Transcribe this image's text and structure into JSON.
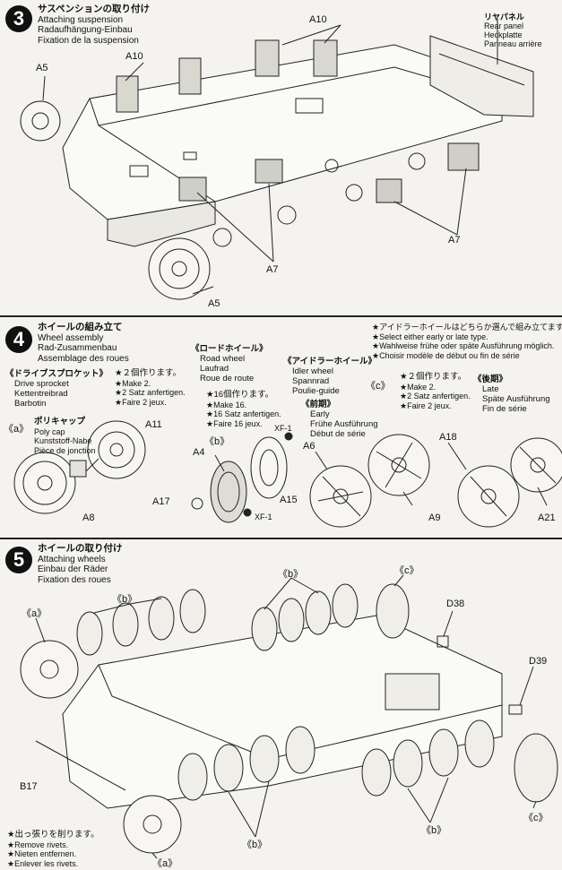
{
  "step3": {
    "number": "3",
    "title_ja": "サスペンションの取り付け",
    "title_en": "Attaching suspension",
    "title_de": "Radaufhängung-Einbau",
    "title_fr": "Fixation de la suspension",
    "labels": {
      "a10_top": "A10",
      "a10_left": "A10",
      "a5_top": "A5",
      "a5_bottom": "A5",
      "a7_right": "A7",
      "a7_bottom": "A7"
    },
    "rear_panel": {
      "ja": "リヤパネル",
      "en": "Rear panel",
      "de": "Heckplatte",
      "fr": "Panneau arrière"
    }
  },
  "step4": {
    "number": "4",
    "title_ja": "ホイールの組み立て",
    "title_en": "Wheel assembly",
    "title_de": "Rad-Zusammenbau",
    "title_fr": "Assemblage des roues",
    "drive_sprocket": {
      "ja": "《ドライブスプロケット》",
      "en": "Drive sprocket",
      "de": "Kettentreibrad",
      "fr": "Barbotin"
    },
    "make2_a": {
      "ja": "★２個作ります。",
      "en": "★Make 2.",
      "de": "★2 Satz anfertigen.",
      "fr": "★Faire 2 jeux."
    },
    "polycap": {
      "ja": "ポリキャップ",
      "en": "Poly cap",
      "de": "Kunststoff-Nabe",
      "fr": "Pièce de jonction"
    },
    "tag_a": "《a》",
    "a11": "A11",
    "a8": "A8",
    "road_wheel": {
      "ja": "《ロードホイール》",
      "en": "Road wheel",
      "de": "Laufrad",
      "fr": "Roue de route"
    },
    "make16": {
      "ja": "★16個作ります。",
      "en": "★Make 16.",
      "de": "★16 Satz anfertigen.",
      "fr": "★Faire 16 jeux."
    },
    "tag_b": "《b》",
    "a4": "A4",
    "a17": "A17",
    "a15": "A15",
    "xf1_top": "XF-1",
    "xf1_bottom": "XF-1",
    "idler_wheel": {
      "ja": "《アイドラーホイール》",
      "en": "Idler wheel",
      "de": "Spannrad",
      "fr": "Poulie-guide"
    },
    "idler_note": {
      "ja": "★アイドラーホイールはどちらか選んで組み立てます。",
      "en": "★Select either early or late type.",
      "de": "★Wahlweise frühe oder späte Ausführung möglich.",
      "fr": "★Choisir modèle de début ou fin de série"
    },
    "tag_c": "《c》",
    "make2_c": {
      "ja": "★２個作ります。",
      "en": "★Make 2.",
      "de": "★2 Satz anfertigen.",
      "fr": "★Faire 2 jeux."
    },
    "early": {
      "ja": "《前期》",
      "en": "Early",
      "de": "Frühe Ausführung",
      "fr": "Début de série"
    },
    "late": {
      "ja": "《後期》",
      "en": "Late",
      "de": "Späte Ausführung",
      "fr": "Fin de série"
    },
    "a6": "A6",
    "a9": "A9",
    "a18": "A18",
    "a21": "A21"
  },
  "step5": {
    "number": "5",
    "title_ja": "ホイールの取り付け",
    "title_en": "Attaching wheels",
    "title_de": "Einbau der Räder",
    "title_fr": "Fixation des roues",
    "tag_a_top": "《a》",
    "tag_a_bottom": "《a》",
    "tag_b_1": "《b》",
    "tag_b_2": "《b》",
    "tag_b_3": "《b》",
    "tag_b_4": "《b》",
    "tag_c_top": "《c》",
    "tag_c_bottom": "《c》",
    "d38": "D38",
    "d39": "D39",
    "b17": "B17",
    "rivets": {
      "ja": "★出っ張りを削ります。",
      "en": "★Remove rivets.",
      "de": "★Nieten entfernen.",
      "fr": "★Enlever les rivets."
    }
  }
}
